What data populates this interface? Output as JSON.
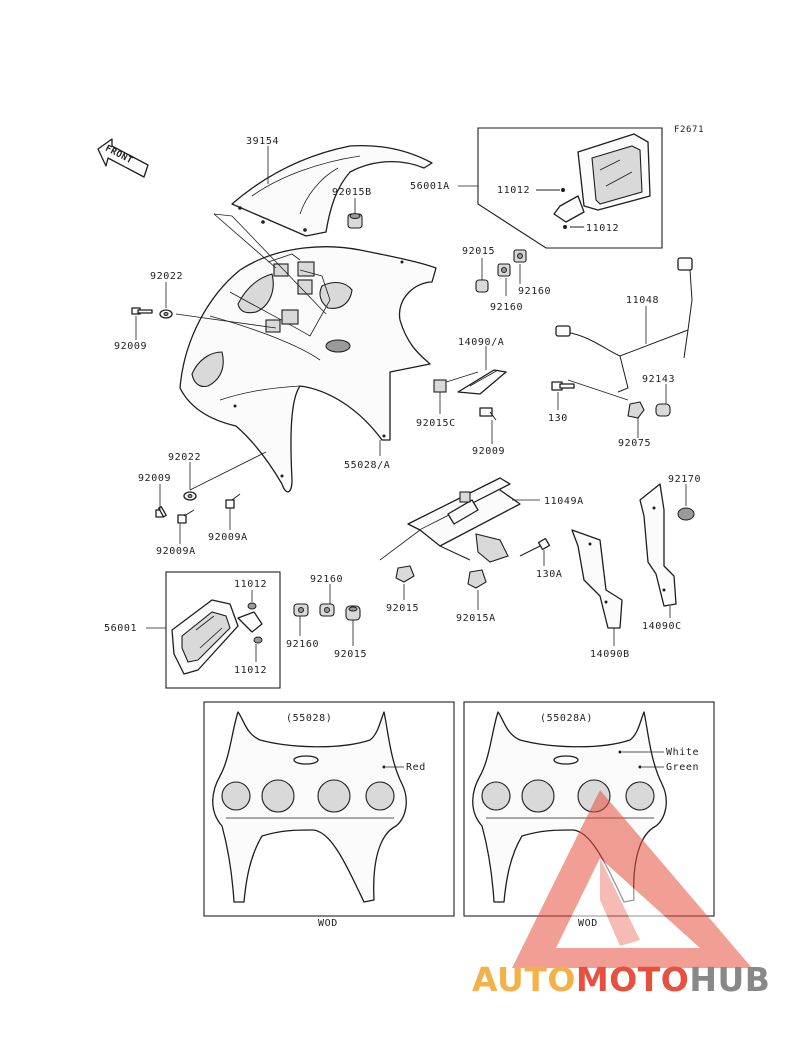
{
  "diagram_code": "F2671",
  "front_label": "FRONT",
  "callouts": [
    {
      "id": "c39154",
      "text": "39154"
    },
    {
      "id": "c92015b",
      "text": "92015B"
    },
    {
      "id": "c56001a",
      "text": "56001A"
    },
    {
      "id": "c11012a",
      "text": "11012"
    },
    {
      "id": "c11012b",
      "text": "11012"
    },
    {
      "id": "c92022a",
      "text": "92022"
    },
    {
      "id": "c92009a",
      "text": "92009"
    },
    {
      "id": "c92015a",
      "text": "92015"
    },
    {
      "id": "c92160a",
      "text": "92160"
    },
    {
      "id": "c92160b",
      "text": "92160"
    },
    {
      "id": "c11048",
      "text": "11048"
    },
    {
      "id": "c14090a",
      "text": "14090/A"
    },
    {
      "id": "c92143",
      "text": "92143"
    },
    {
      "id": "c130",
      "text": "130"
    },
    {
      "id": "c92075",
      "text": "92075"
    },
    {
      "id": "c92015c",
      "text": "92015C"
    },
    {
      "id": "c92009b",
      "text": "92009"
    },
    {
      "id": "c55028a",
      "text": "55028/A"
    },
    {
      "id": "c92022b",
      "text": "92022"
    },
    {
      "id": "c92009c",
      "text": "92009"
    },
    {
      "id": "c92009aa",
      "text": "92009A"
    },
    {
      "id": "c92009ab",
      "text": "92009A"
    },
    {
      "id": "c11049a",
      "text": "11049A"
    },
    {
      "id": "c92170",
      "text": "92170"
    },
    {
      "id": "c130a",
      "text": "130A"
    },
    {
      "id": "c92015d",
      "text": "92015"
    },
    {
      "id": "c92015aa",
      "text": "92015A"
    },
    {
      "id": "c14090b",
      "text": "14090B"
    },
    {
      "id": "c14090c",
      "text": "14090C"
    },
    {
      "id": "c56001",
      "text": "56001"
    },
    {
      "id": "c11012c",
      "text": "11012"
    },
    {
      "id": "c11012d",
      "text": "11012"
    },
    {
      "id": "c92160c",
      "text": "92160"
    },
    {
      "id": "c92160d",
      "text": "92160"
    },
    {
      "id": "c92015e",
      "text": "92015"
    }
  ],
  "variants": [
    {
      "code": "(55028)",
      "color": "Red",
      "market": "WOD"
    },
    {
      "code": "(55028A)",
      "color_1": "White",
      "color_2": "Green",
      "market": "WOD"
    }
  ],
  "watermark": {
    "part1": "AUTO",
    "part2": "MOTO",
    "part3": "HUB",
    "color_1": "#f2b24a",
    "color_2": "#e7503f",
    "color_3": "#888888"
  }
}
